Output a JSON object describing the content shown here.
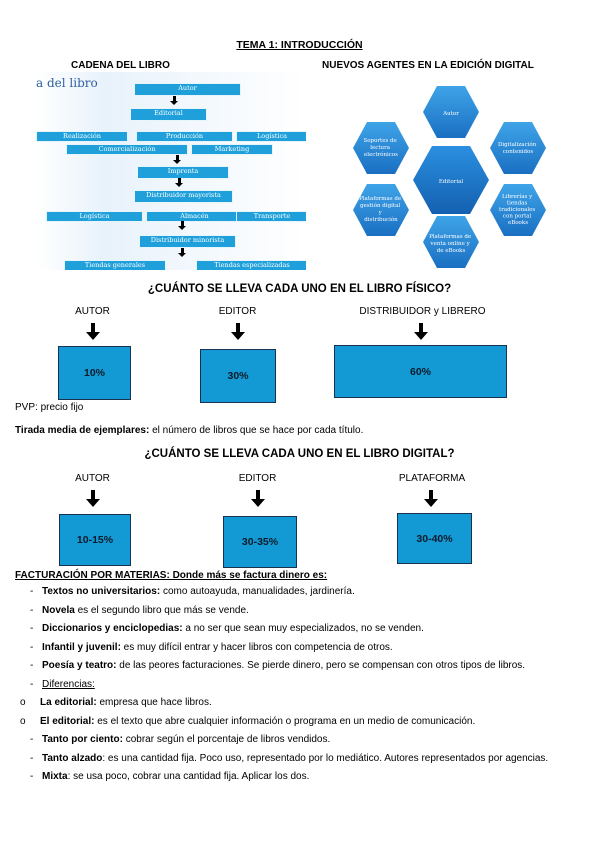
{
  "title": "TEMA 1: INTRODUCCIÓN",
  "cadena": {
    "heading": "CADENA DEL LIBRO",
    "image_title": "a del libro",
    "boxes": {
      "autor": "Autor",
      "editorial": "Editorial",
      "realizacion": "Realización",
      "produccion": "Producción",
      "logistica1": "Logística",
      "comercializacion": "Comercialización",
      "marketing": "Marketing",
      "imprenta": "Imprenta",
      "distribuidor_mayorista": "Distribuidor mayorista",
      "logistica2": "Logística",
      "almacen": "Almacén",
      "transporte": "Transporte",
      "distribuidor_minorista": "Distribuidor minorista",
      "tiendas_generales": "Tiendas generales",
      "tiendas_especializadas": "Tiendas especializadas"
    }
  },
  "agentes": {
    "heading": "NUEVOS AGENTES EN LA EDICIÓN DIGITAL",
    "hexes": {
      "autor": "Autor",
      "soportes": [
        "Soportes de",
        "lectura",
        "electrónicos"
      ],
      "digitalizacion": [
        "Digitalización",
        "contenidos"
      ],
      "editorial": "Editorial",
      "plataformas_gestion": [
        "Plataformas de",
        "gestión digital",
        "y",
        "distribución"
      ],
      "librerias": [
        "Librerías y",
        "tiendas",
        "tradicionales",
        "con portal",
        "eBooks"
      ],
      "plataformas_venta": [
        "Plataformas de",
        "venta online y",
        "de eBooks"
      ]
    }
  },
  "fisico": {
    "heading": "¿CUÁNTO SE LLEVA CADA UNO EN EL LIBRO FÍSICO?",
    "items": [
      {
        "label": "AUTOR",
        "value": "10%"
      },
      {
        "label": "EDITOR",
        "value": "30%"
      },
      {
        "label": "DISTRIBUIDOR y LIBRERO",
        "value": "60%"
      }
    ]
  },
  "pvp": "PVP: precio fijo",
  "tirada": {
    "bold": "Tirada media de ejemplares:",
    "text": " el número de libros que se hace por cada título."
  },
  "digital": {
    "heading": "¿CUÁNTO SE LLEVA CADA UNO EN EL LIBRO DIGITAL?",
    "items": [
      {
        "label": "AUTOR",
        "value": "10-15%"
      },
      {
        "label": "EDITOR",
        "value": "30-35%"
      },
      {
        "label": "PLATAFORMA",
        "value": "30-40%"
      }
    ]
  },
  "facturacion": {
    "heading": "FACTURACIÓN POR MATERIAS: Donde más se factura dinero es:",
    "items": [
      {
        "marker": "-",
        "bold": "Textos no universitarios:",
        "text": " como autoayuda, manualidades, jardinería."
      },
      {
        "marker": "-",
        "bold": "Novela",
        "text": " es el segundo libro que más se vende."
      },
      {
        "marker": "-",
        "bold": "Diccionarios y enciclopedias:",
        "text": " a no ser que sean muy especializados, no se venden."
      },
      {
        "marker": "-",
        "bold": "Infantil y juvenil:",
        "text": " es muy difícil entrar y hacer libros con competencia de otros."
      },
      {
        "marker": "-",
        "bold": "Poesía y teatro:",
        "text": " de las peores facturaciones. Se pierde dinero, pero se compensan con otros tipos de libros."
      },
      {
        "marker": "-",
        "underline": "Diferencias:"
      },
      {
        "marker": "o",
        "sub": true,
        "bold": "La editorial:",
        "text": " empresa que hace libros."
      },
      {
        "marker": "o",
        "sub": true,
        "bold": "El editorial:",
        "text": " es el texto que abre cualquier información o programa en un medio de comunicación."
      },
      {
        "marker": "-",
        "bold": "Tanto por ciento:",
        "text": " cobrar según el porcentaje de libros vendidos."
      },
      {
        "marker": "-",
        "bold": "Tanto alzado",
        "text": ": es una cantidad fija. Poco uso, representado por lo mediático. Autores representados por agencias."
      },
      {
        "marker": "-",
        "bold": "Mixta",
        "text": ": se usa poco, cobrar una cantidad fija. Aplicar los dos."
      }
    ]
  },
  "colors": {
    "box_blue": "#1399d4",
    "chain_blue": "#1fa0db",
    "hex_blue": "#1e88d6"
  }
}
